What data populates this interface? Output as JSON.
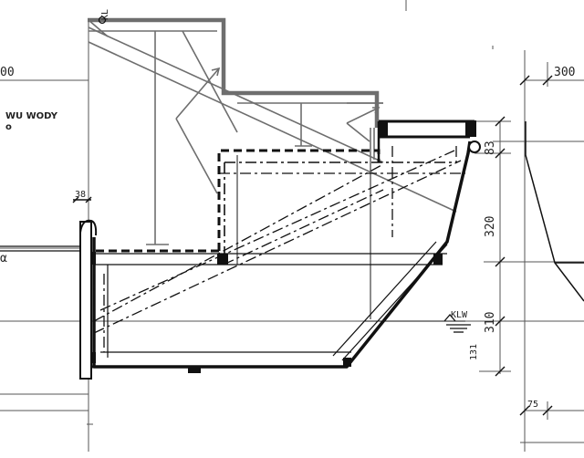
{
  "labels": {
    "top_left_dim": "00",
    "top_right_dim": "300",
    "water_note": "WU WODY",
    "water_note_sub": "o",
    "kl_top": "KL",
    "dim_38": "38",
    "alpha": "α",
    "klw": "KLW",
    "dim_83": "83",
    "dim_320": "320",
    "dim_310": "310",
    "dim_131": "131",
    "dim_75": "75"
  },
  "colors": {
    "ink": "#111111",
    "grey": "#6e6e6e",
    "thin": "#444444"
  }
}
